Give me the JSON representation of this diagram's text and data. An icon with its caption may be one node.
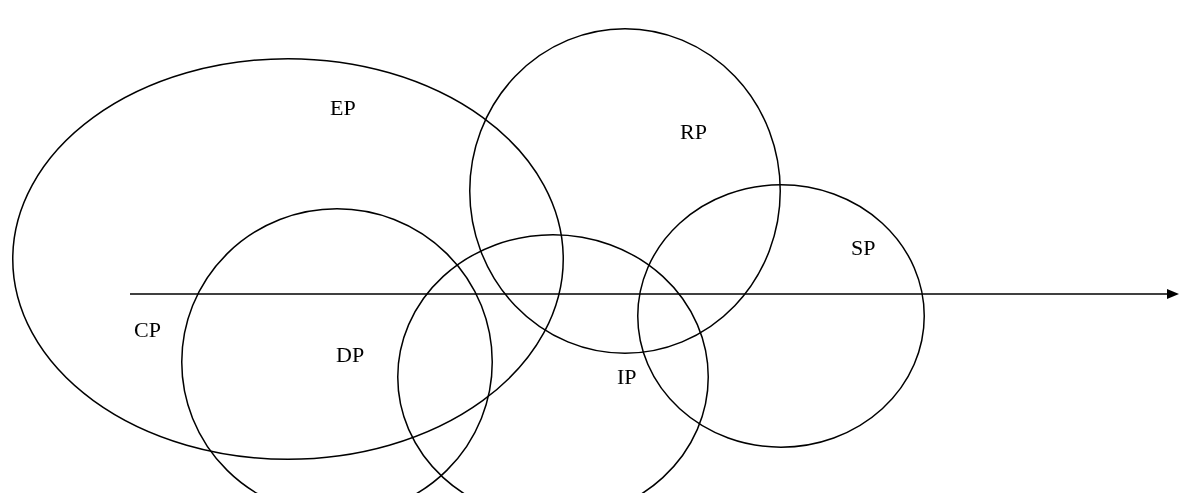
{
  "diagram": {
    "nodes": [
      {
        "text": [
          "EP"
        ]
      },
      {
        "text": [
          "RP"
        ]
      },
      {
        "text": [
          "SP"
        ]
      },
      {
        "text": [
          "DP"
        ]
      },
      {
        "text": [
          "IP"
        ]
      }
    ],
    "labels": [
      "CP"
    ]
  }
}
